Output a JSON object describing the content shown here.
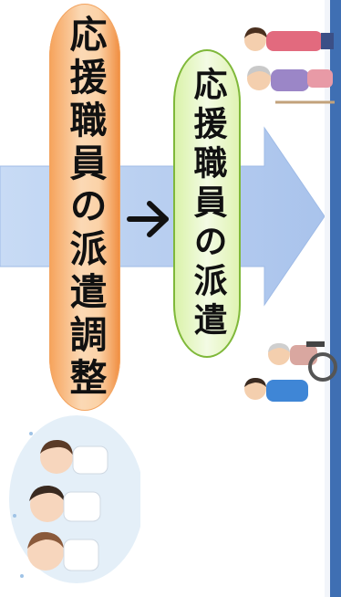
{
  "orange_pill": {
    "text": "応援職員の派遣調整"
  },
  "green_pill": {
    "text": "応援職員の派遣"
  },
  "icons": {
    "flow_arrow": "big-flow-arrow-icon",
    "arrow": "arrow-right-icon",
    "staff_group": "staff-group-illustration",
    "care_workers": "care-workers-illustration",
    "wheelchair_scene": "wheelchair-scene-illustration"
  },
  "colors": {
    "flow_arrow": "#b9d0f2",
    "orange_pill": "#f6a25a",
    "green_pill_border": "#7fb83a",
    "right_bar": "#3f6fb3"
  }
}
